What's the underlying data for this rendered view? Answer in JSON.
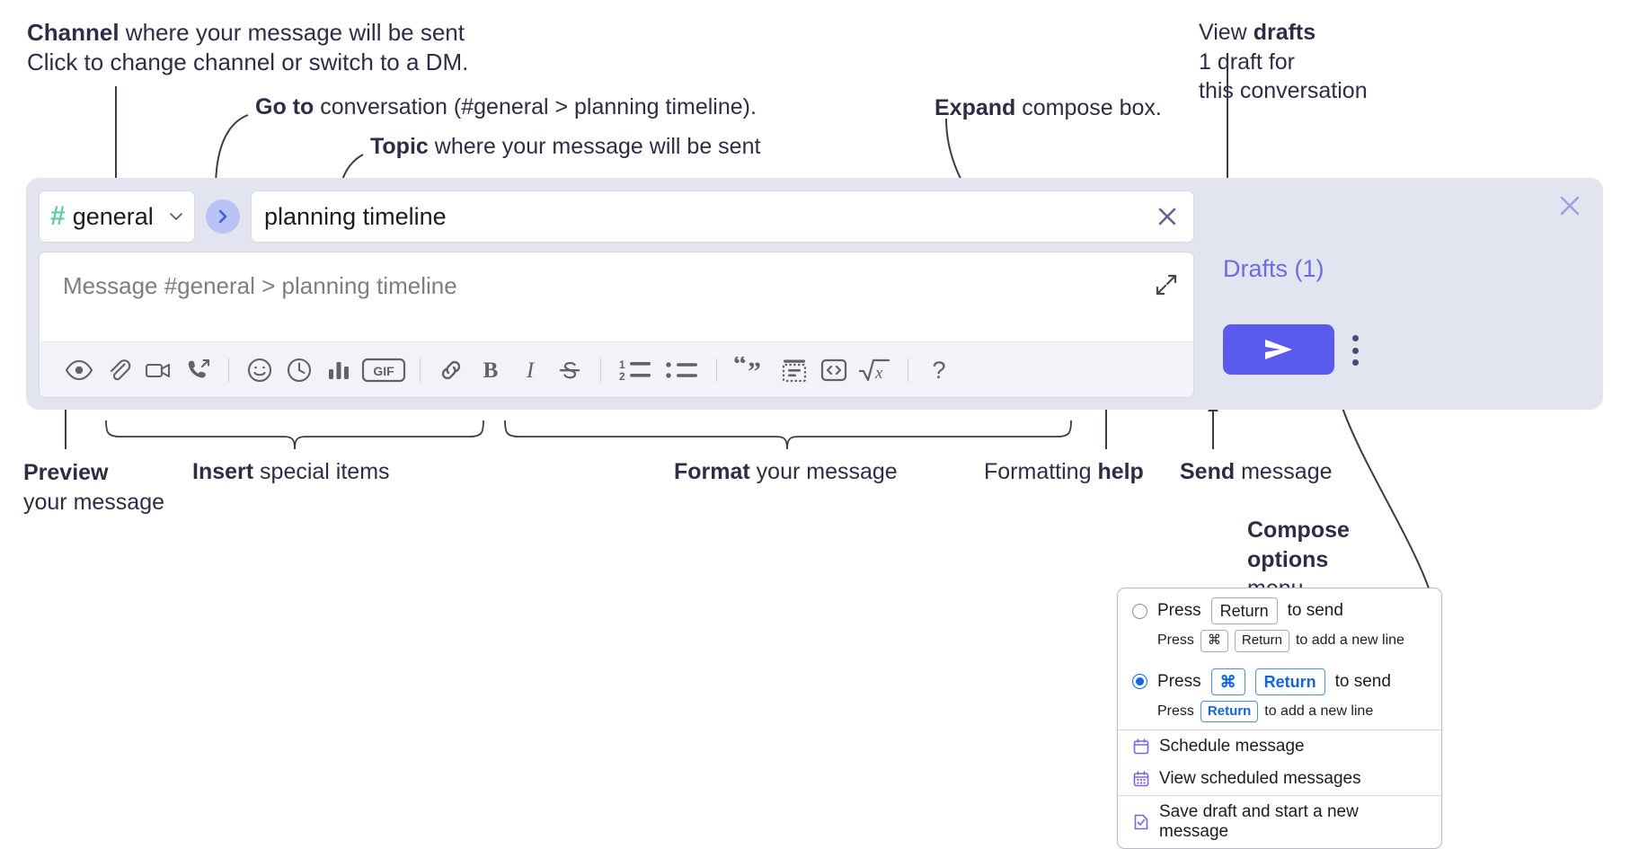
{
  "annotations": {
    "channel": {
      "bold": "Channel",
      "rest": " where your message will be sent",
      "italic": "Click to change channel or switch to a DM."
    },
    "goto": {
      "bold": "Go to",
      "rest": " conversation (#general > planning timeline)."
    },
    "topic": {
      "bold": "Topic",
      "rest": " where your message will be sent"
    },
    "expand": {
      "bold": "Expand",
      "rest": " compose box."
    },
    "drafts": {
      "bold_prefix": "View ",
      "bold": "drafts",
      "italic_line1": "1 draft for",
      "italic_line2": "this conversation"
    },
    "preview": {
      "bold": "Preview",
      "line2": "your message"
    },
    "insert": {
      "bold": "Insert",
      "rest": " special items"
    },
    "format": {
      "bold": "Format",
      "rest": " your message"
    },
    "help": {
      "prefix": "Formatting ",
      "bold": "help"
    },
    "send": {
      "bold": "Send",
      "rest": " message"
    },
    "compose_options": {
      "line1": "Compose",
      "line2": "options",
      "line3": "menu"
    }
  },
  "compose": {
    "channel": {
      "hash": "#",
      "name": "general",
      "chevron_icon": "chevron-down-icon"
    },
    "goto_button_icon": "chevron-right-icon",
    "topic": {
      "value": "planning timeline",
      "clear_icon": "close-icon"
    },
    "message": {
      "placeholder": "Message #general > planning timeline",
      "expand_icon": "expand-icon"
    },
    "panel_close_icon": "close-icon",
    "drafts_label": "Drafts (1)",
    "send_icon": "paper-plane-icon",
    "options_icon": "kebab-menu-icon",
    "toolbar": [
      {
        "name": "preview-icon",
        "label": "Preview"
      },
      {
        "name": "attachment-icon",
        "label": "Attach file"
      },
      {
        "name": "video-icon",
        "label": "Record video clip"
      },
      {
        "name": "audio-call-icon",
        "label": "Record audio clip"
      },
      {
        "name": "separator",
        "label": ""
      },
      {
        "name": "emoji-icon",
        "label": "Emoji"
      },
      {
        "name": "clock-icon",
        "label": "Reminder"
      },
      {
        "name": "poll-icon",
        "label": "Poll"
      },
      {
        "name": "gif-icon",
        "label": "GIF"
      },
      {
        "name": "separator",
        "label": ""
      },
      {
        "name": "link-icon",
        "label": "Link"
      },
      {
        "name": "bold-icon",
        "label": "B"
      },
      {
        "name": "italic-icon",
        "label": "I"
      },
      {
        "name": "strikethrough-icon",
        "label": "Strikethrough"
      },
      {
        "name": "separator",
        "label": ""
      },
      {
        "name": "ordered-list-icon",
        "label": "Ordered list"
      },
      {
        "name": "bulleted-list-icon",
        "label": "Bulleted list"
      },
      {
        "name": "separator",
        "label": ""
      },
      {
        "name": "blockquote-icon",
        "label": "Blockquote"
      },
      {
        "name": "code-block-icon",
        "label": "Code block"
      },
      {
        "name": "code-icon",
        "label": "Code"
      },
      {
        "name": "math-icon",
        "label": "Math"
      },
      {
        "name": "separator",
        "label": ""
      },
      {
        "name": "help-icon",
        "label": "?"
      }
    ]
  },
  "menu": {
    "option1": {
      "selected": false,
      "main_pre": "Press",
      "main_key": "Return",
      "main_post": "to send",
      "sub_pre": "Press",
      "sub_key1": "⌘",
      "sub_key2": "Return",
      "sub_post": "to add a new line"
    },
    "option2": {
      "selected": true,
      "main_pre": "Press",
      "main_key1": "⌘",
      "main_key2": "Return",
      "main_post": "to send",
      "sub_pre": "Press",
      "sub_key": "Return",
      "sub_post": "to add a new line"
    },
    "items": [
      {
        "icon": "calendar-icon",
        "label": "Schedule message"
      },
      {
        "icon": "calendar-grid-icon",
        "label": "View scheduled messages"
      },
      {
        "icon": "save-draft-icon",
        "label": "Save draft and start a new message"
      }
    ]
  },
  "colors": {
    "panel_bg": "#e2e4f0",
    "send_button": "#5a5aee",
    "hash_green": "#5fcf93",
    "drafts_purple": "#6b6cdf",
    "goto_button": "#b7c2f5",
    "menu_icon_purple": "#7b66d6",
    "radio_blue": "#1264e0"
  }
}
